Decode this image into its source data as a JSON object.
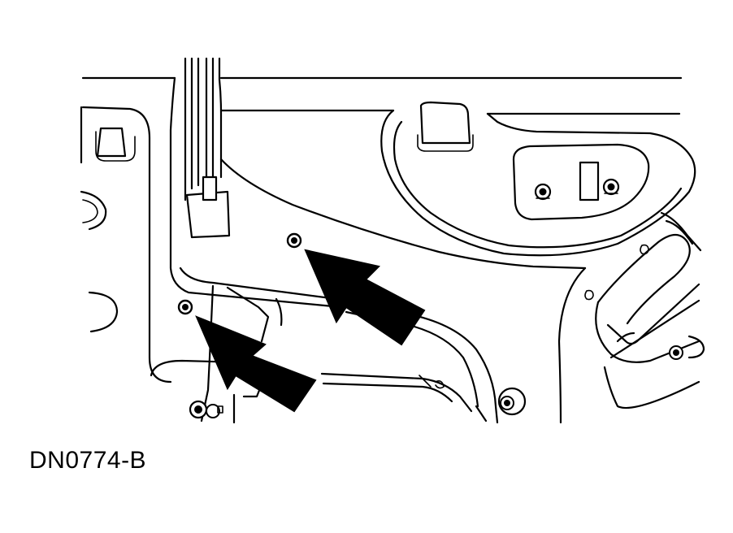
{
  "figure": {
    "code": "DN0774-B"
  },
  "colors": {
    "ink": "#000000",
    "paper": "#ffffff"
  },
  "callouts": [
    {
      "id": "upper-arrow",
      "icon": "arrow-icon",
      "points_to": "upper-clip"
    },
    {
      "id": "lower-arrow",
      "icon": "arrow-icon",
      "points_to": "lower-clip"
    }
  ]
}
